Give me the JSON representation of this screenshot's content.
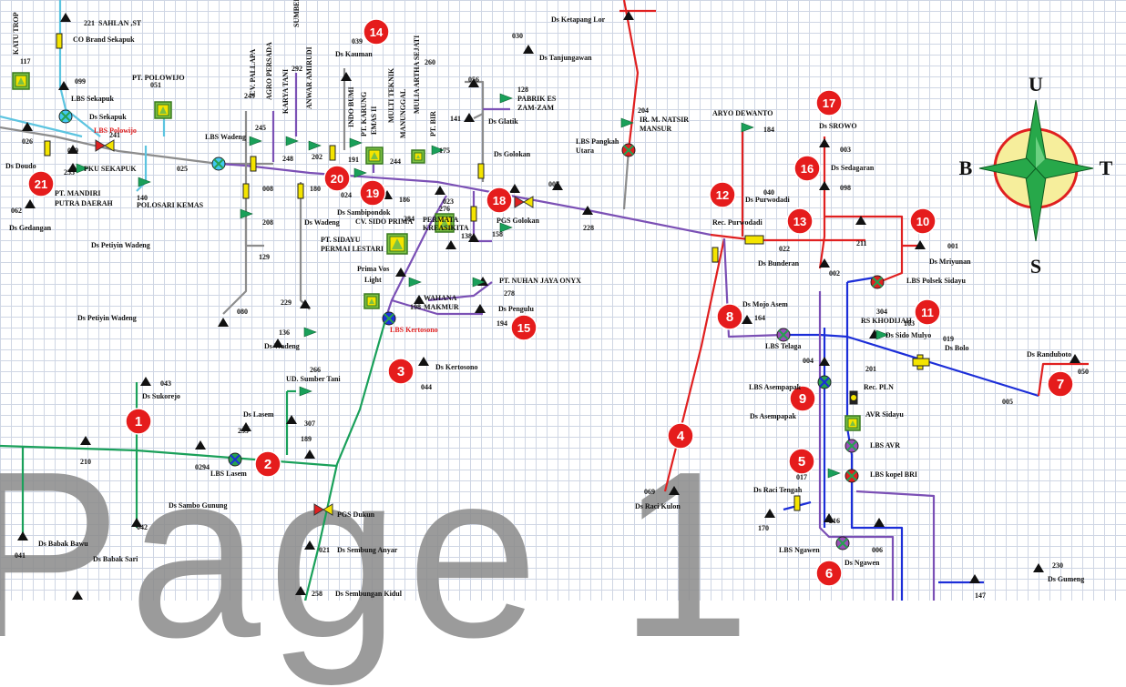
{
  "watermark": "Page 1",
  "compass": {
    "north": "U",
    "south": "S",
    "west": "B",
    "east": "T"
  },
  "colors": {
    "red": "#e02020",
    "blue": "#1c2ed8",
    "green": "#1aa05a",
    "purple": "#7b50b5",
    "gray": "#8c8c8c",
    "cyan": "#5cc4e0",
    "badge": "#e51c1c"
  },
  "badges": [
    "1",
    "2",
    "3",
    "4",
    "5",
    "6",
    "7",
    "8",
    "9",
    "10",
    "11",
    "12",
    "13",
    "14",
    "15",
    "16",
    "17",
    "18",
    "19",
    "20",
    "21"
  ],
  "labels": [
    "221",
    "SAHLAN ,ST",
    "CO Brand Sekapuk",
    "117",
    "KATU TROP",
    "099",
    "LBS Sekapuk",
    "Ds Sekapuk",
    "LBS Polowijo",
    "241",
    "026",
    "Ds Doudo",
    "009",
    "255",
    "PKU SEKAPUK",
    "PT. MANDIRI",
    "PUTRA DAERAH",
    "062",
    "Ds Gedangan",
    "PT. POLOWIJO",
    "051",
    "025",
    "140",
    "POLOSARI KEMAS",
    "Ds Petiyin Wadeng",
    "Ds Petiyin Wadeng",
    "LBS Wadeng",
    "008",
    "208",
    "129",
    "080",
    "249",
    "CV. PALLAPA",
    "AGRO PERSADA",
    "245",
    "248",
    "KARYA TANI",
    "292",
    "SUMBER ALAM",
    "ANWAR AMIRUDI",
    "202",
    "180",
    "024",
    "Ds Wadeng",
    "229",
    "136",
    "Ds Wadeng",
    "039",
    "Ds Kauman",
    "191",
    "INDO BUMI",
    "PT. KARUNG",
    "EMAS II",
    "244",
    "MULTI TEKNIK",
    "MANUNGGAL",
    "MULIA ARTHA SEJATI",
    "260",
    "175",
    "PT. BIR",
    "186",
    "Ds Sambipondok",
    "CV. SIDO PRIMA",
    "284",
    "PERMATA",
    "KREASIKITA",
    "276",
    "023",
    "138",
    "158",
    "PT. SIDAYU",
    "PERMAI LESTARI",
    "Prima Vos",
    "Light",
    "LBS Kertosono",
    "198",
    "WAHANA",
    "MAKMUR",
    "056",
    "141",
    "Ds Glatik",
    "128",
    "PABRIK ES",
    "ZAM-ZAM",
    "Ds Golokan",
    "PGS Golokan",
    "007",
    "228",
    "PT. NUHAN JAYA ONYX",
    "278",
    "Ds Pengulu",
    "194",
    "030",
    "Ds Tanjungawan",
    "Ds Ketapang Lor",
    "204",
    "IR. M. NATSIR",
    "MANSUR",
    "LBS Pangkah",
    "Utara",
    "ARYO DEWANTO",
    "184",
    "040",
    "Ds Purwodadi",
    "Rec. Purwodadi",
    "022",
    "Ds Bunderan",
    "Ds SROWO",
    "003",
    "Ds Sedagaran",
    "098",
    "211",
    "002",
    "001",
    "Ds Mriyunan",
    "LBS Polsek Sidayu",
    "Ds Mojo Asem",
    "164",
    "LBS Telaga",
    "304",
    "RS KHODIJAH",
    "163",
    "Ds Sido Mulyo",
    "019",
    "Ds Bolo",
    "Ds Randuboto",
    "050",
    "201",
    "005",
    "004",
    "LBS Asempapak",
    "Ds Asempapak",
    "Rec. PLN",
    "AVR Sidayu",
    "LBS AVR",
    "017",
    "LBS kopel BRI",
    "Ds Raci Tengah",
    "170",
    "216",
    "LBS Ngawen",
    "006",
    "Ds Ngawen",
    "230",
    "Ds Gumeng",
    "147",
    "069",
    "Ds Raci Kulon",
    "Ds Kertosono",
    "044",
    "266",
    "UD. Sumber Tani",
    "Ds Lasem",
    "259",
    "307",
    "189",
    "043",
    "Ds Sukorejo",
    "210",
    "0294",
    "LBS Lasem",
    "Ds Sambo Gunung",
    "042",
    "PGS Dukun",
    "021",
    "Ds Sembung Anyar",
    "258",
    "Ds Sembungan Kidul",
    "041",
    "Ds Babak Bawu",
    "Ds Babak Sari"
  ]
}
